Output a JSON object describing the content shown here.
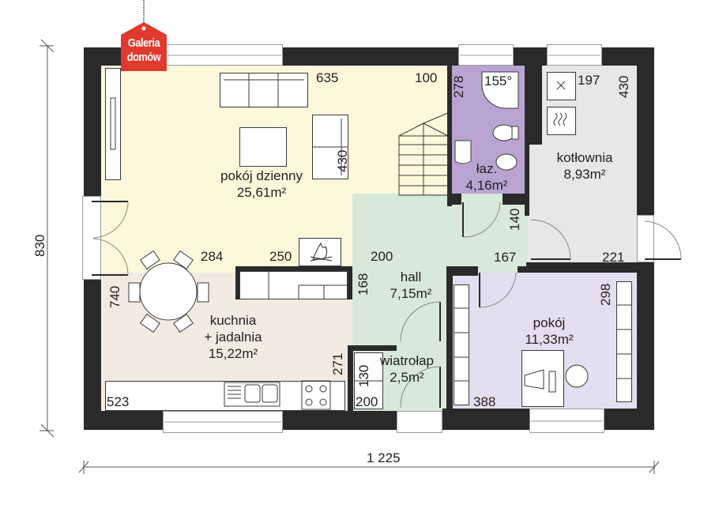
{
  "logo": {
    "line1": "Galeria",
    "line2": "domów",
    "color": "#e03a2f"
  },
  "colors": {
    "wall": "#2a2a2a",
    "living": "#fdf8dc",
    "kitchen": "#f3ebe2",
    "hall": "#d7ead9",
    "bathroom": "#b9a4d1",
    "boiler": "#e6e7e9",
    "room": "#e3def0"
  },
  "rooms": [
    {
      "id": "living",
      "name": "pokój dzienny",
      "area": "25,61m²"
    },
    {
      "id": "kitchen",
      "name": "kuchnia",
      "name2": "+ jadalnia",
      "area": "15,22m²"
    },
    {
      "id": "hall",
      "name": "hall",
      "area": "7,15m²"
    },
    {
      "id": "bathroom",
      "name": "łaz.",
      "area": "4,16m²"
    },
    {
      "id": "boiler",
      "name": "kotłownia",
      "area": "8,93m²"
    },
    {
      "id": "room",
      "name": "pokój",
      "area": "11,33m²"
    },
    {
      "id": "vestibule",
      "name": "wiatrołap",
      "area": "2,5m²"
    }
  ],
  "dimensions": {
    "living_width": "635",
    "living_depth": "430",
    "stairs": "100",
    "bath_depth": "278",
    "shower": "155°",
    "boiler_width": "197",
    "boiler_depth": "430",
    "hall_140": "140",
    "hall_167": "167",
    "boiler_221": "221",
    "dining_284": "284",
    "fireplace_250": "250",
    "hall_200": "200",
    "hall_168": "168",
    "kitchen_740": "740",
    "kitchen_271": "271",
    "kitchen_523": "523",
    "vest_130": "130",
    "vest_200": "200",
    "room_298": "298",
    "room_388": "388",
    "total_height": "830",
    "total_width": "1 225"
  }
}
